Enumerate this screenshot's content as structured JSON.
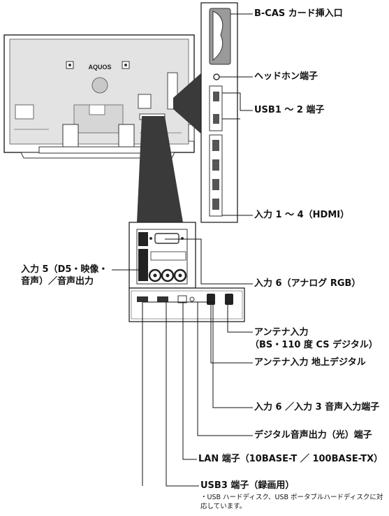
{
  "tv": {
    "brand": "AQUOS"
  },
  "side_labels": {
    "bcas": "B-CAS カード挿入口",
    "headphone": "ヘッドホン端子",
    "usb12": "USB1 ～ 2 端子",
    "hdmi": "入力 1 ～ 4（HDMI）"
  },
  "bottom_labels": {
    "input5_line1": "入力 5（D5・映像・",
    "input5_line2": "音声）／音声出力",
    "input6_rgb": "入力 6（アナログ RGB）",
    "antenna_bs_line1": "アンテナ入力",
    "antenna_bs_line2": "（BS・110 度 CS デジタル）",
    "antenna_terrestrial": "アンテナ入力 地上デジタル",
    "input6_audio": "入力 6 ／入力 3 音声入力端子",
    "optical": "デジタル音声出力（光）端子",
    "lan": "LAN 端子（10BASE-T ／ 100BASE-TX）",
    "usb3": "USB3 端子（録画用）"
  },
  "note": "・USB ハードディスク、USB ポータブルハードディスクに対応しています。"
}
